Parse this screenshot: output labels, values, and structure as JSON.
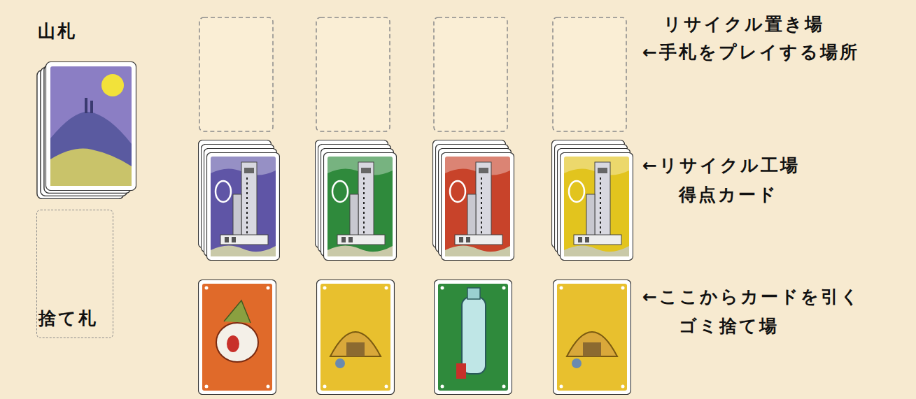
{
  "diagram": {
    "nodes": [
      {
        "text": [
          "山札"
        ]
      },
      {
        "text": [
          "捨て札"
        ]
      }
    ],
    "labels": [
      "リサイクル置き場",
      "←手札をプレイする場所",
      "←リサイクル工場",
      "得点カード",
      "←ここからカードを引く",
      "ゴミ捨て場"
    ]
  }
}
